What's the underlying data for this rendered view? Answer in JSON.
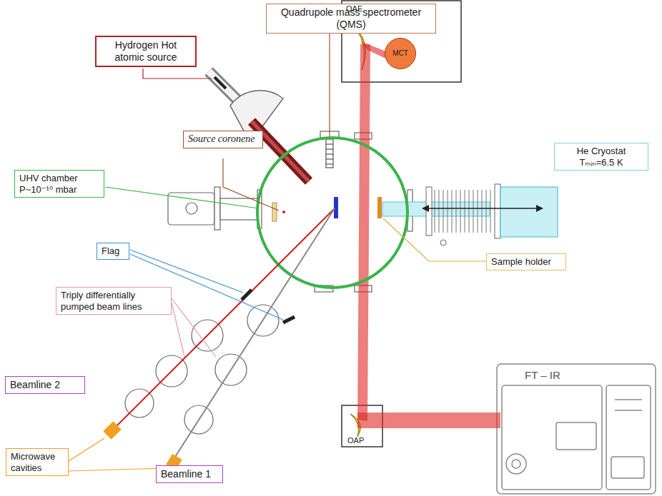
{
  "diagram": {
    "nodes": [
      {
        "text": [
          "Hydrogen Hot atomic source"
        ]
      },
      {
        "text": [
          "Quadrupole mass spectrometer (QMS)"
        ]
      },
      {
        "text": [
          "MCT"
        ]
      },
      {
        "text": [
          "Source coronene"
        ]
      },
      {
        "text": [
          "He Cryostat Tₘᵢₙ=6.5 K"
        ]
      },
      {
        "text": [
          "UHV chamber P~10⁻¹⁰ mbar"
        ]
      },
      {
        "text": [
          "Flag"
        ]
      },
      {
        "text": [
          "Sample holder"
        ]
      },
      {
        "text": [
          "Triply differentially pumped beam lines"
        ]
      },
      {
        "text": [
          "Beamline 2"
        ]
      },
      {
        "text": [
          "Microwave cavities"
        ]
      },
      {
        "text": [
          "Beamline 1"
        ]
      }
    ],
    "labels": [
      "OAE",
      "OAP",
      "FT – IR"
    ]
  }
}
